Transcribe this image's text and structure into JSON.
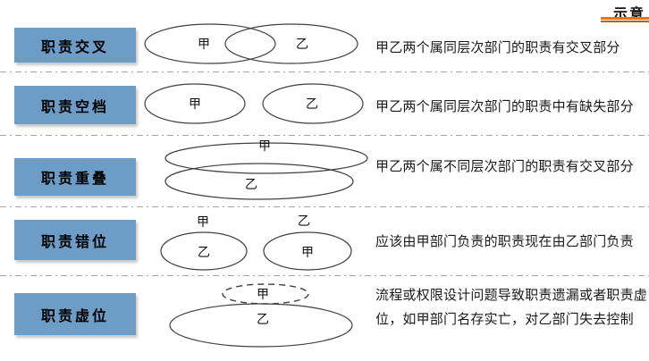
{
  "header": {
    "tag": "示意"
  },
  "rows": [
    {
      "label": "职责交叉",
      "description": "甲乙两个属同层次部门的职责有交叉部分",
      "diagram": {
        "type": "two-overlapping-ellipses",
        "left_label": "甲",
        "right_label": "乙"
      }
    },
    {
      "label": "职责空档",
      "description": "甲乙两个属同层次部门的职责中有缺失部分",
      "diagram": {
        "type": "two-separate-ellipses",
        "left_label": "甲",
        "right_label": "乙"
      }
    },
    {
      "label": "职责重叠",
      "description": "甲乙两个属不同层次部门的职责有交叉部分",
      "diagram": {
        "type": "two-stacked-overlapping-ellipses",
        "top_label": "甲",
        "bottom_label": "乙"
      }
    },
    {
      "label": "职责错位",
      "description": "应该由甲部门负责的职责现在由乙部门负责",
      "diagram": {
        "type": "two-ellipses-swapped-labels",
        "left_title": "甲",
        "left_inner_label": "乙",
        "right_title": "乙",
        "right_inner_label": "甲"
      }
    },
    {
      "label": "职责虚位",
      "description": "流程或权限设计问题导致职责遗漏或者职责虚位，如甲部门名存实亡，对乙部门失去控制",
      "diagram": {
        "type": "dashed-ellipse-over-solid-ellipse",
        "top_label": "甲",
        "bottom_label": "乙"
      }
    }
  ],
  "colors": {
    "label_box_blue": "#6d9cc7",
    "accent_orange": "#e2761b",
    "accent_orange_dark": "#c65911",
    "separator_gray": "#a3a3a3",
    "ellipse_stroke": "#404040"
  }
}
